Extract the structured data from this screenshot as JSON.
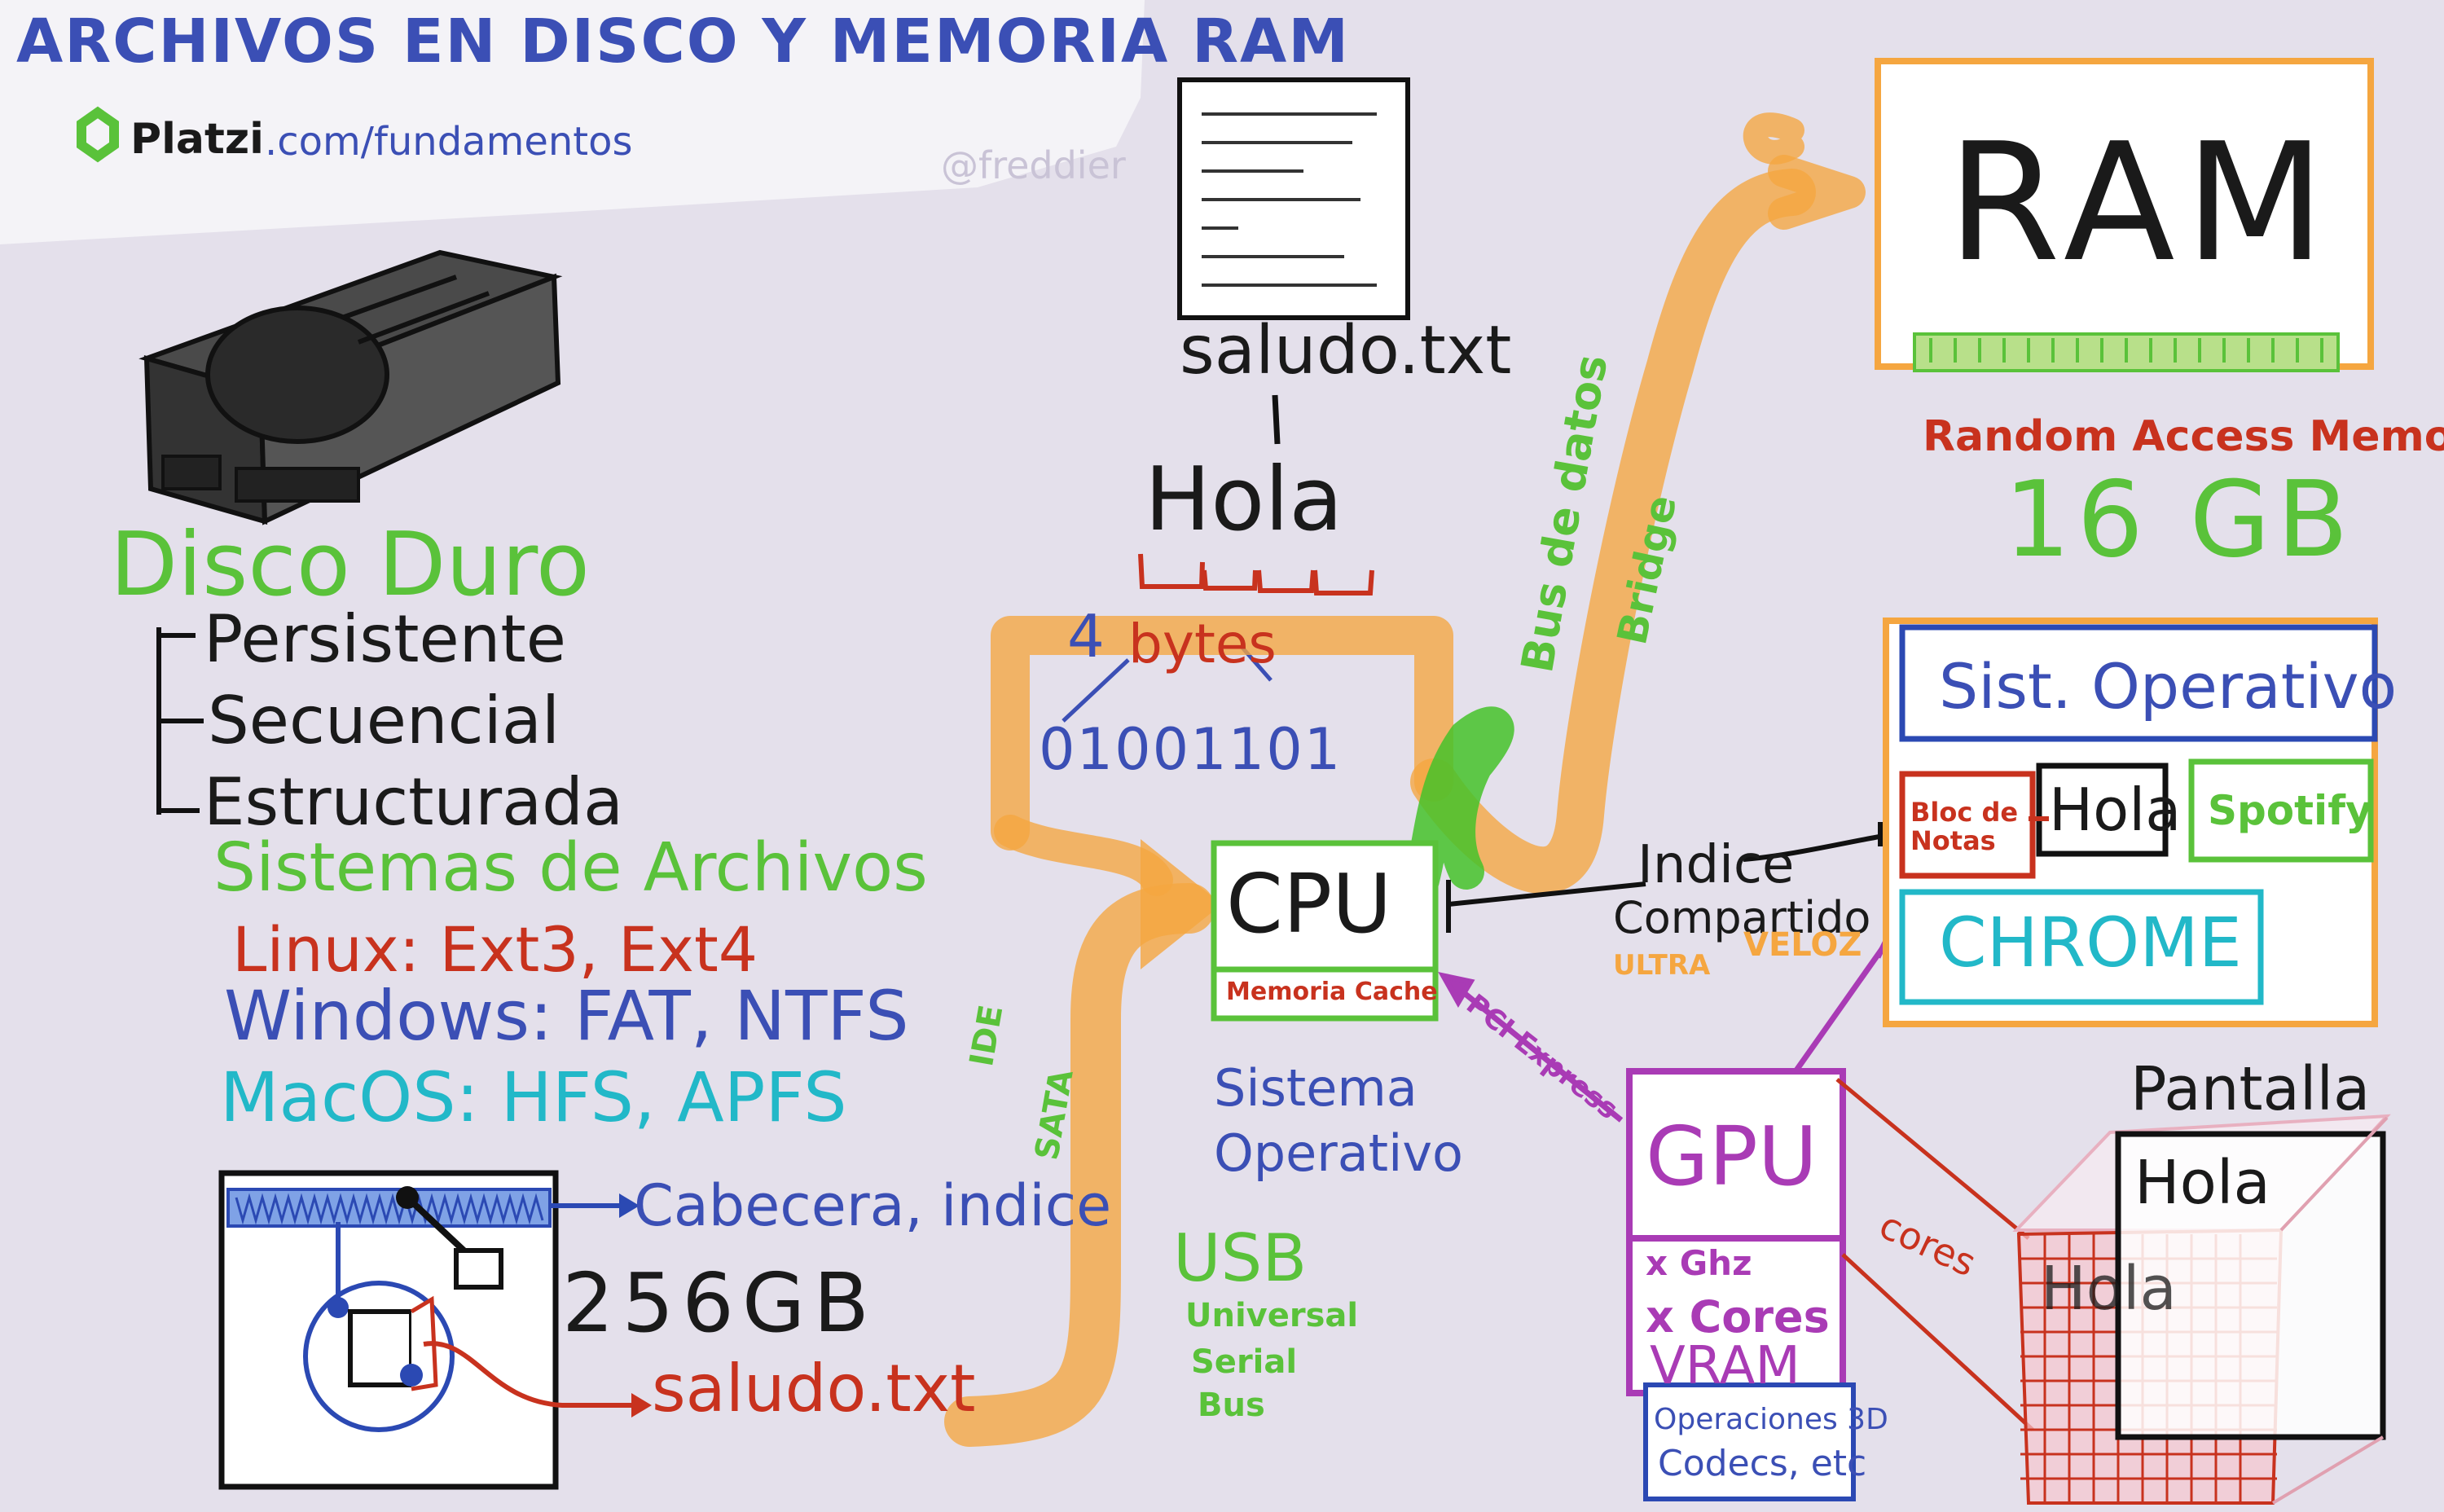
{
  "header": {
    "title": "ARCHIVOS EN DISCO Y MEMORIA RAM",
    "site_brand": "Platzi",
    "site_path": ".com/fundamentos",
    "author": "@freddier"
  },
  "disk": {
    "title": "Disco Duro",
    "properties": [
      "Persistente",
      "Secuencial",
      "Estructurada"
    ],
    "fs_title": "Sistemas de Archivos",
    "fs_linux": "Linux: Ext3, Ext4",
    "fs_windows": "Windows: FAT, NTFS",
    "fs_macos": "MacOS: HFS, APFS",
    "header_label": "Cabecera, indice",
    "size": "256GB",
    "file_name": "saludo.txt"
  },
  "interfaces": {
    "ide": "IDE",
    "sata": "SATA",
    "usb": "USB",
    "usb_full": [
      "Universal",
      "Serial",
      "Bus"
    ]
  },
  "file": {
    "name": "saludo.txt",
    "content": "Hola",
    "bytes_number": "4",
    "bytes_word": "bytes",
    "binary": "01001101"
  },
  "cpu": {
    "label": "CPU",
    "cache": "Memoria Cache",
    "os_label": [
      "Sistema",
      "Operativo"
    ]
  },
  "bus": {
    "data_bus": "Bus de datos",
    "bridge": "Bridge",
    "pci": "PCI Express",
    "shared_index": [
      "Indice",
      "Compartido"
    ],
    "ultra": "ULTRA",
    "veloz": "VELOZ"
  },
  "ram": {
    "label": "RAM",
    "full_name": "Random Access Memory",
    "size": "16 GB",
    "os": "Sist. Operativo",
    "apps": [
      "Bloc de Notas",
      "Hola",
      "Spotify"
    ],
    "chrome": "CHROME"
  },
  "gpu": {
    "label": "GPU",
    "specs": [
      "x Ghz",
      "x Cores",
      "VRAM"
    ],
    "ops": [
      "Operaciones 3D",
      "Codecs, etc"
    ],
    "cores_label": "cores"
  },
  "screen": {
    "label": "Pantalla",
    "text": "Hola"
  },
  "colors": {
    "background": "#e4e0eb",
    "title_blue": "#3b4fb5",
    "green": "#5ac23a",
    "red": "#c8321e",
    "blue": "#3b4fb5",
    "cyan": "#22b8c8",
    "orange": "#f5a640",
    "purple": "#a93bb5",
    "black": "#1a1a1a"
  }
}
